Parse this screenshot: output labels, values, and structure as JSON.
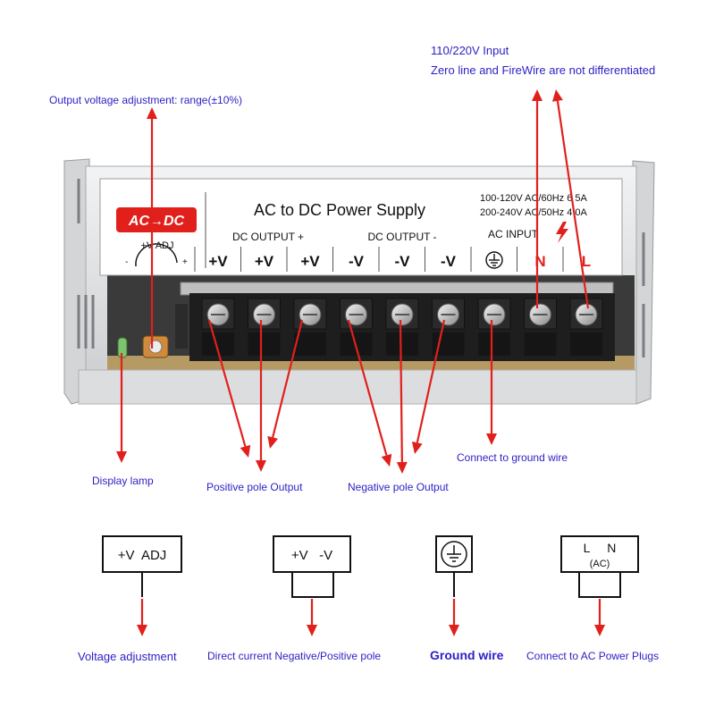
{
  "device": {
    "brand_badge": "AC→DC",
    "title": "AC to DC Power Supply",
    "rating_line1": "100-120V AC/60Hz 6 5A",
    "rating_line2": "200-240V AC/50Hz 4 0A",
    "vadj_label": "+V ADJ",
    "dc_output_pos_header": "DC OUTPUT +",
    "dc_output_neg_header": "DC OUTPUT -",
    "ac_input_header": "AC INPUT",
    "terminals": [
      "+V",
      "+V",
      "+V",
      "-V",
      "-V",
      "-V",
      "⏚",
      "N",
      "L"
    ]
  },
  "callouts": {
    "ac_input_title": "110/220V Input",
    "ac_input_note": "Zero line and  FireWire are not differentiated",
    "voltage_adjust": "Output voltage adjustment: range(±10%)",
    "display_lamp": "Display lamp",
    "positive_output": "Positive pole Output",
    "negative_output": "Negative pole Output",
    "ground": "Connect to ground wire"
  },
  "legend": {
    "items": [
      {
        "symbol_text": "+V  ADJ",
        "caption": "Voltage adjustment"
      },
      {
        "symbol_text": "+V   -V",
        "caption": "Direct current Negative/Positive pole"
      },
      {
        "symbol_text": "⏚",
        "caption": "Ground wire"
      },
      {
        "symbol_text": "L     N",
        "symbol_sub": "(AC)",
        "caption": "Connect to AC Power Plugs"
      }
    ]
  },
  "colors": {
    "label_text": "#2d1fc4",
    "arrow": "#e1201c",
    "housing": "#d9dadc",
    "terminal_block": "#1e1e1e"
  }
}
